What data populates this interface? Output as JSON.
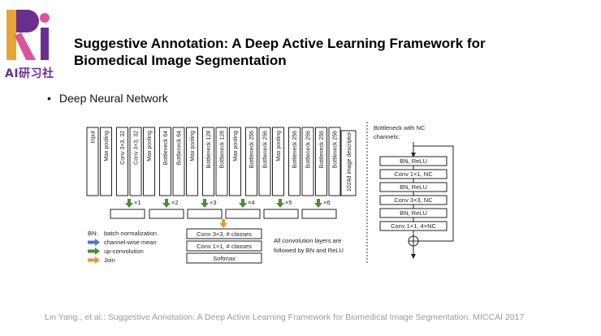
{
  "logo": {
    "text": "AI研习社",
    "colors": [
      "#e8a436",
      "#6b2f8f",
      "#d9559c"
    ]
  },
  "title": {
    "line1": "Suggestive Annotation: A Deep Active Learning Framework for",
    "line2": "Biomedical Image Segmentation"
  },
  "bullet": {
    "text": "Deep Neural Network"
  },
  "diagram": {
    "layers": [
      "Input",
      "Max pooling",
      "Conv 3×3, 32",
      "Conv 3×3, 32",
      "Max pooling",
      "Bottleneck 64",
      "Bottleneck 64",
      "Max pooling",
      "Bottleneck 128",
      "Bottleneck 128",
      "Max pooling",
      "Bottleneck 256",
      "Bottleneck 256",
      "Max pooling",
      "Bottleneck 256",
      "Bottleneck 256",
      "Bottleneck 256",
      "Bottleneck 256"
    ],
    "descriptor": "1024d image descriptor",
    "upconv_multipliers": [
      "×1",
      "×2",
      "×3",
      "×4",
      "×5",
      "×6"
    ],
    "head_layers": [
      "Conv 3×3, # classes",
      "Conv 1×1, # classes",
      "Softmax"
    ],
    "legend": [
      {
        "label": "BN:",
        "text": "batch normalization",
        "color": ""
      },
      {
        "label": "",
        "text": "channel-wise mean",
        "color": "#4a78c2"
      },
      {
        "label": "",
        "text": "up-convolution",
        "color": "#4f8a3c"
      },
      {
        "label": "",
        "text": "Join",
        "color": "#e29a3c"
      }
    ],
    "note_line1": "All convolution layers are",
    "note_line2": "followed by BN and ReLU",
    "bottleneck_title_line1": "Bottleneck with NC",
    "bottleneck_title_line2": "channels:",
    "bottleneck_layers": [
      "BN, ReLU",
      "Conv 1×1, NC",
      "BN, ReLU",
      "Conv 3×3, NC",
      "BN, ReLU",
      "Conv 1×1, 4×NC"
    ]
  },
  "citation": "Lin Yang., et al.: Suggestive Annotation: A Deep Active Learning Framework for Biomedical Image Segmentation. MICCAI 2017"
}
